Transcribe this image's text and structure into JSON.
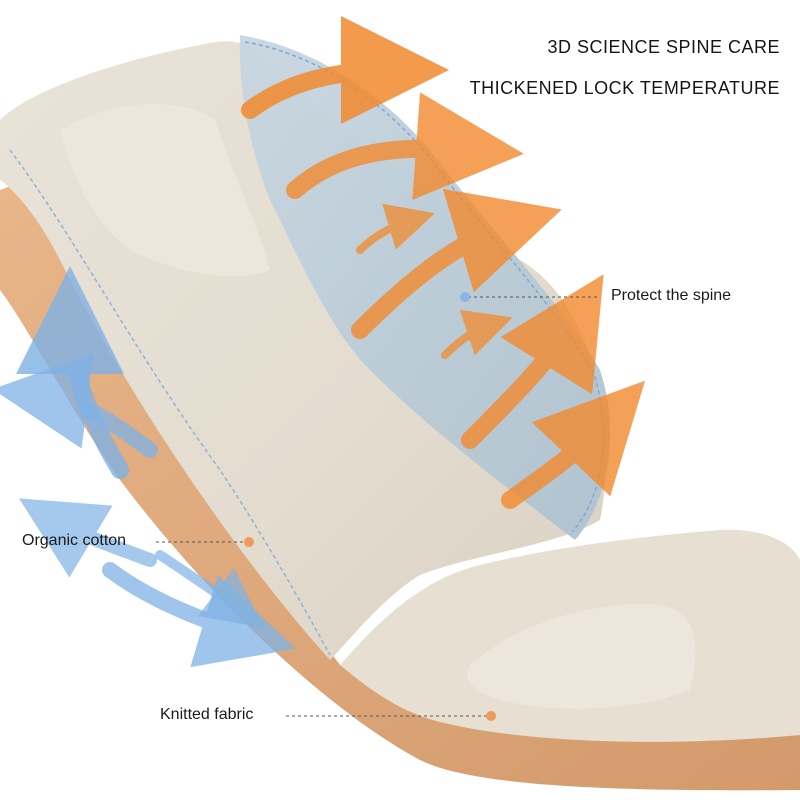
{
  "headlines": {
    "line1": "3D SCIENCE SPINE CARE",
    "line2": "THICKENED LOCK TEMPERATURE"
  },
  "callouts": {
    "spine": "Protect the spine",
    "cotton": "Organic cotton",
    "knit": "Knitted fabric"
  },
  "colors": {
    "background": "#ffffff",
    "cushion_fabric": "#e7e0d3",
    "cushion_edge": "#d9a577",
    "blue_panel": "#bccdd8",
    "warm_arrow": "#f28a2e",
    "cool_arrow": "#7fb2e6",
    "callout_dot_orange": "#ee9a5c",
    "callout_dot_blue": "#8ab4ea"
  },
  "icons": {
    "warm_arrows": "orange-curved-arrow",
    "cool_arrows": "blue-curved-arrow"
  }
}
